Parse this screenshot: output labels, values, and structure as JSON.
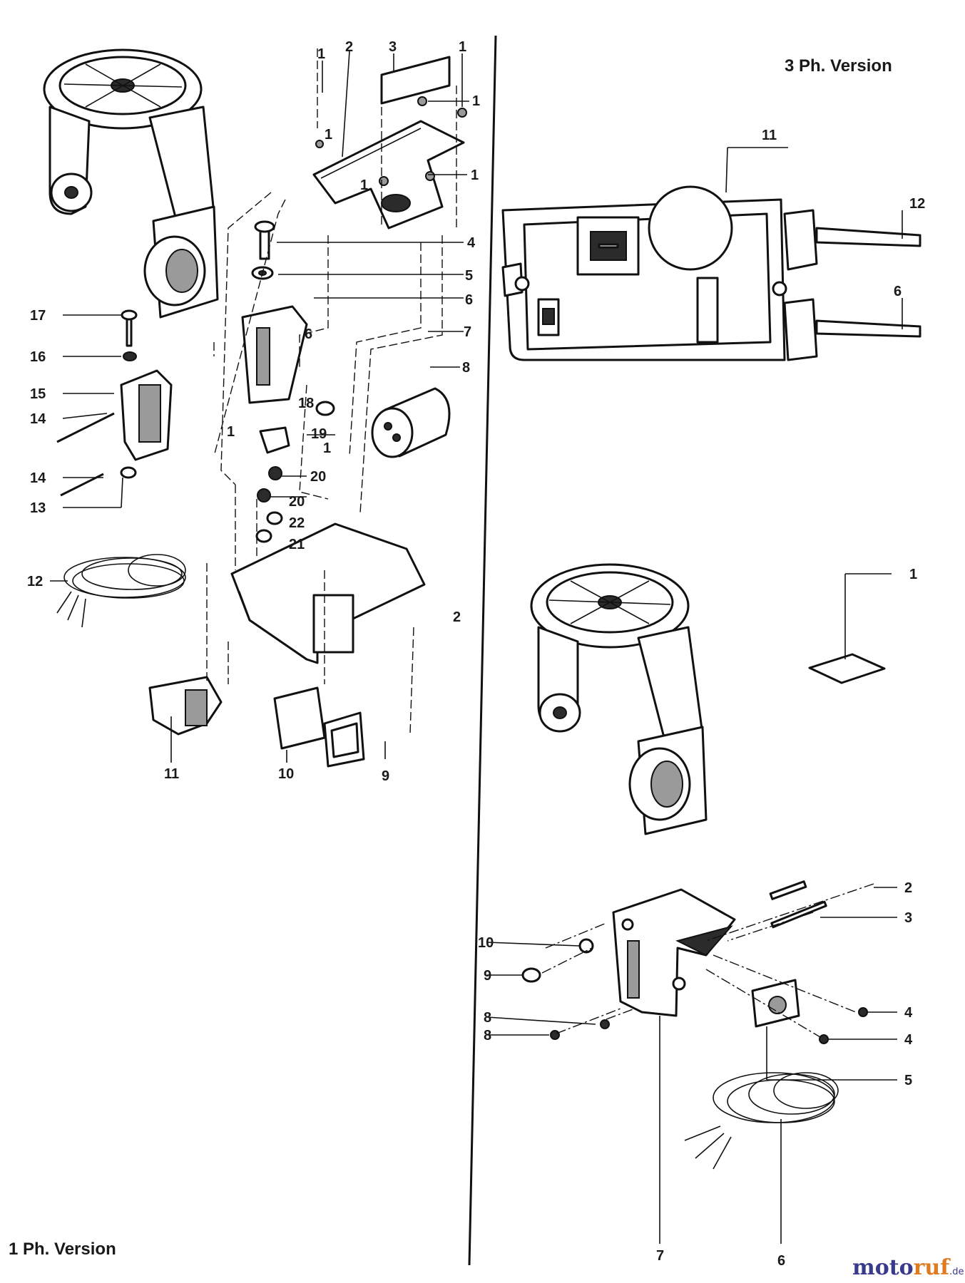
{
  "titles": {
    "right_version": "3 Ph. Version",
    "left_version": "1 Ph. Version"
  },
  "watermark": {
    "part1": "moto",
    "part2": "ruf",
    "suffix": ".de"
  },
  "left_callouts": {
    "top_1a": "1",
    "top_2": "2",
    "top_3": "3",
    "top_1b": "1",
    "r_1a": "1",
    "r_1b": "1",
    "r_1c": "1",
    "r_1d": "1",
    "r_4": "4",
    "r_5": "5",
    "r_6a": "6",
    "r_6b": "6",
    "r_7": "7",
    "r_8": "8",
    "m_18": "18",
    "m_19": "19",
    "m_1e": "1",
    "m_1f": "1",
    "m_20a": "20",
    "m_20b": "20",
    "m_22": "22",
    "m_21": "21",
    "l_17": "17",
    "l_16": "16",
    "l_15": "15",
    "l_14a": "14",
    "l_14b": "14",
    "l_13": "13",
    "l_12": "12",
    "b_2": "2",
    "b_11": "11",
    "b_10": "10",
    "b_9": "9"
  },
  "right_callouts": {
    "box_11": "11",
    "box_12": "12",
    "box_6": "6",
    "label_1": "1",
    "sw_2": "2",
    "sw_3": "3",
    "sw_10": "10",
    "sw_9": "9",
    "sw_8a": "8",
    "sw_8b": "8",
    "sw_4a": "4",
    "sw_4b": "4",
    "sw_5": "5",
    "sw_7": "7",
    "sw_6": "6"
  }
}
